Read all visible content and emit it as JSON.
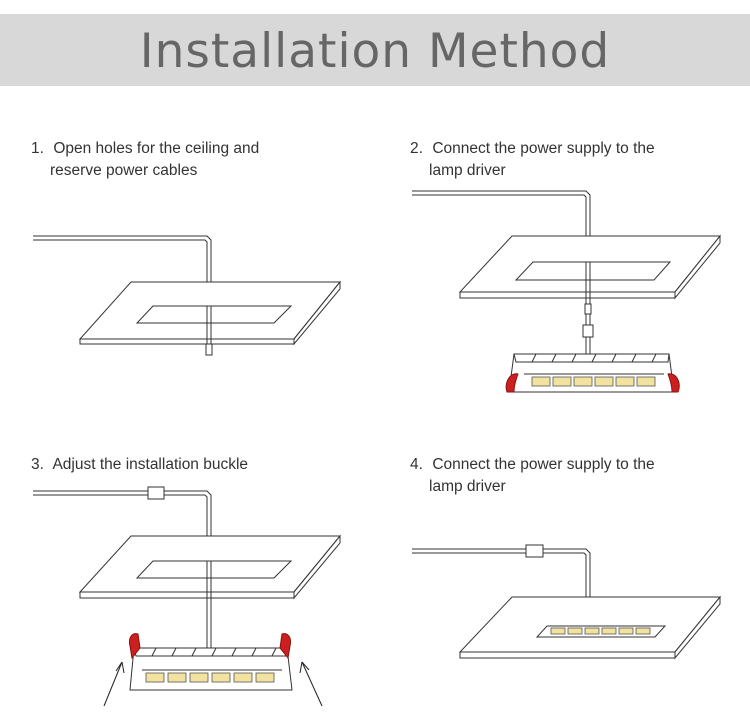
{
  "header": {
    "title": "Installation Method"
  },
  "steps": [
    {
      "number": "1.",
      "line1": "Open holes for the ceiling and",
      "line2": "reserve power cables"
    },
    {
      "number": "2.",
      "line1": "Connect the power supply to the",
      "line2": "lamp driver"
    },
    {
      "number": "3.",
      "line1": "Adjust the installation buckle",
      "line2": ""
    },
    {
      "number": "4.",
      "line1": "Connect the power supply to the",
      "line2": "lamp driver"
    }
  ],
  "colors": {
    "banner": "#d8d8d8",
    "title": "#666666",
    "line": "#333333",
    "clip": "#cc1f1f",
    "led": "#f2e2a0"
  }
}
